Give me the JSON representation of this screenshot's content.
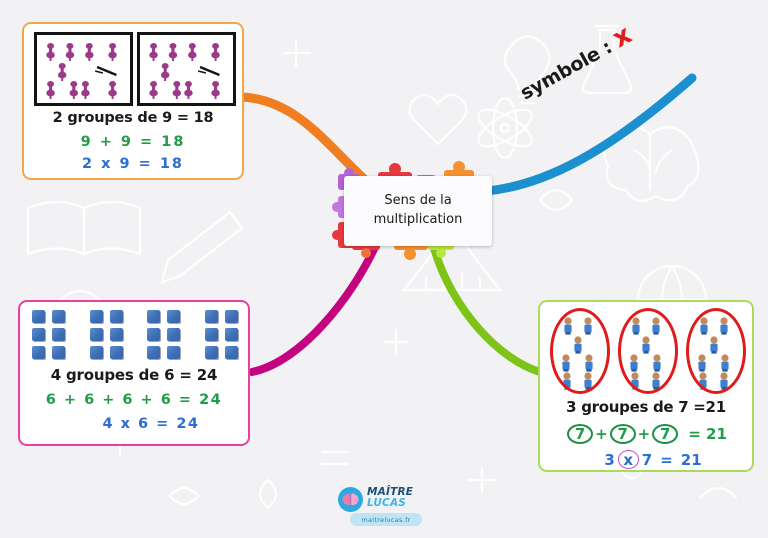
{
  "page": {
    "background_color": "#f2f2f5",
    "title": "Sens de la multiplication"
  },
  "center": {
    "label_line1": "Sens de la",
    "label_line2": "multiplication"
  },
  "symbole": {
    "prefix": "symbole : ",
    "symbol": "x",
    "symbol_color": "#e21b1b",
    "branch_color": "#1c8fce"
  },
  "branches": [
    {
      "name": "orange-branch",
      "color": "#f07d1f",
      "target": "card-groups9"
    },
    {
      "name": "blue-branch",
      "color": "#1c8fce",
      "target": "symbole-label"
    },
    {
      "name": "magenta-branch",
      "color": "#c4047f",
      "target": "card-groups6"
    },
    {
      "name": "green-branch",
      "color": "#7ec418",
      "target": "card-groups7"
    }
  ],
  "cards": {
    "groups9": {
      "border_color": "#f0a84c",
      "title": "2 groupes de  9  = 18",
      "addition": "9  +  9   =   18",
      "multiplication": "2  x  9   =   18",
      "addition_color": "#1f9e4a",
      "multiplication_color": "#2b6fd4",
      "groups": 2,
      "per_group": 9,
      "total": 18,
      "figure_color": "#9c3a8a"
    },
    "groups6": {
      "border_color": "#e83fa0",
      "title": "4 groupes de 6 = 24",
      "addition": "6 + 6 + 6 + 6  = 24",
      "multiplication": "4      x      6    = 24",
      "addition_color": "#1f9e4a",
      "multiplication_color": "#2b6fd4",
      "groups": 4,
      "per_group": 6,
      "total": 24,
      "figure_color": "#3d6fb5"
    },
    "groups7": {
      "border_color": "#a9dc5c",
      "title": "3 groupes de 7 =21",
      "addition_terms": [
        "7",
        "7",
        "7"
      ],
      "addition_operator": "+",
      "addition_result": "= 21",
      "addition_color": "#1f9e4a",
      "mul_left": "3",
      "mul_operator": "x",
      "mul_right": "7",
      "mul_equals": "=",
      "mul_result": "21",
      "multiplication_color": "#2b6fd4",
      "operator_circle_color": "#c34bbd",
      "groups": 3,
      "per_group": 7,
      "total": 21,
      "ellipse_color": "#e01b1b",
      "figure_color": "#2f6fbf"
    }
  },
  "footer": {
    "logo_line1": "MAÎTRE",
    "logo_line2": "LUCAS",
    "logo_pill": "maitrelucas.fr",
    "icon": "brain-icon"
  }
}
